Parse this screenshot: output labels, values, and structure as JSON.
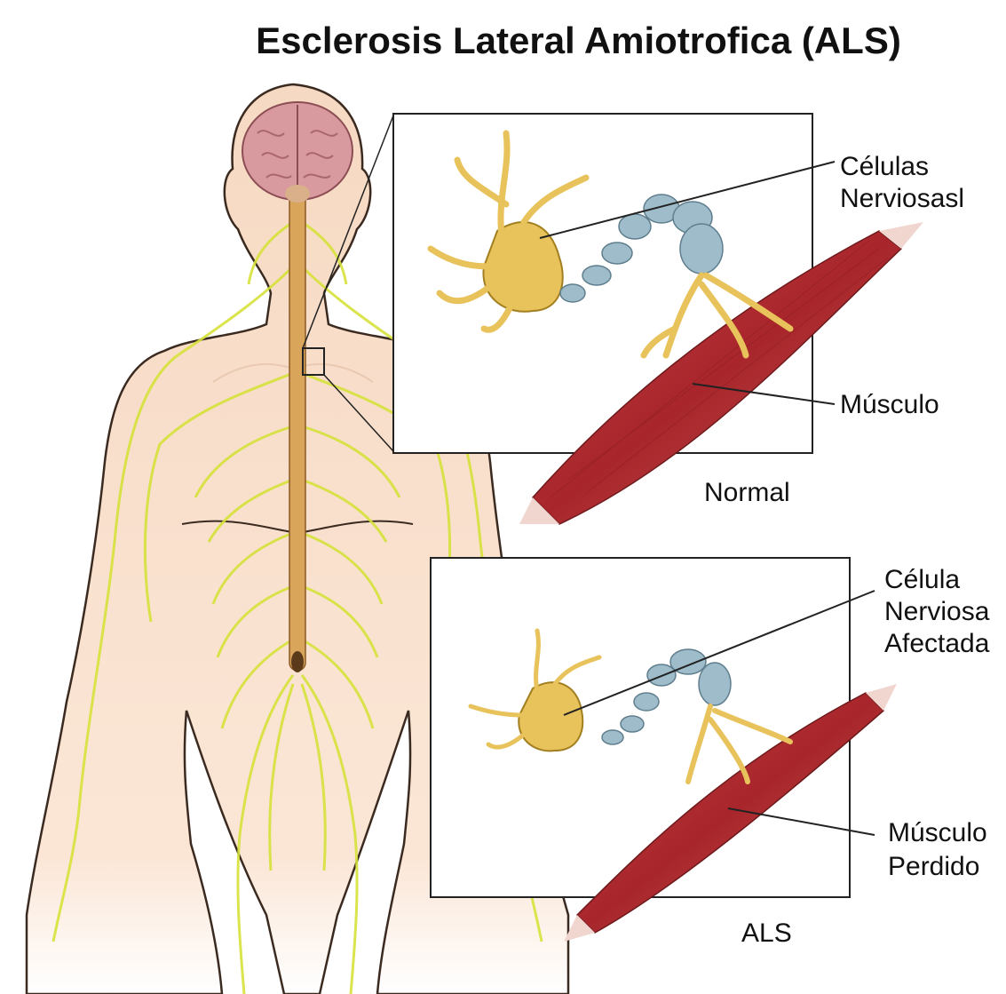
{
  "title": "Esclerosis Lateral Amiotrofica (ALS)",
  "normal_panel": {
    "caption": "Normal",
    "nerve_label_line1": "Células",
    "nerve_label_line2": "Nerviosasl",
    "muscle_label": "Músculo"
  },
  "als_panel": {
    "caption": "ALS",
    "nerve_label_line1": "Célula",
    "nerve_label_line2": "Nerviosa",
    "nerve_label_line3": "Afectada",
    "muscle_label_line1": "Músculo",
    "muscle_label_line2": "Perdido"
  },
  "colors": {
    "skin": "#fbe3cf",
    "nerves": "#d6e23a",
    "spinal_cord": "#d9a55a",
    "brain": "#d89a9e",
    "neuron": "#e8c25a",
    "myelin": "#9fbccb",
    "muscle": "#b83a3c"
  }
}
